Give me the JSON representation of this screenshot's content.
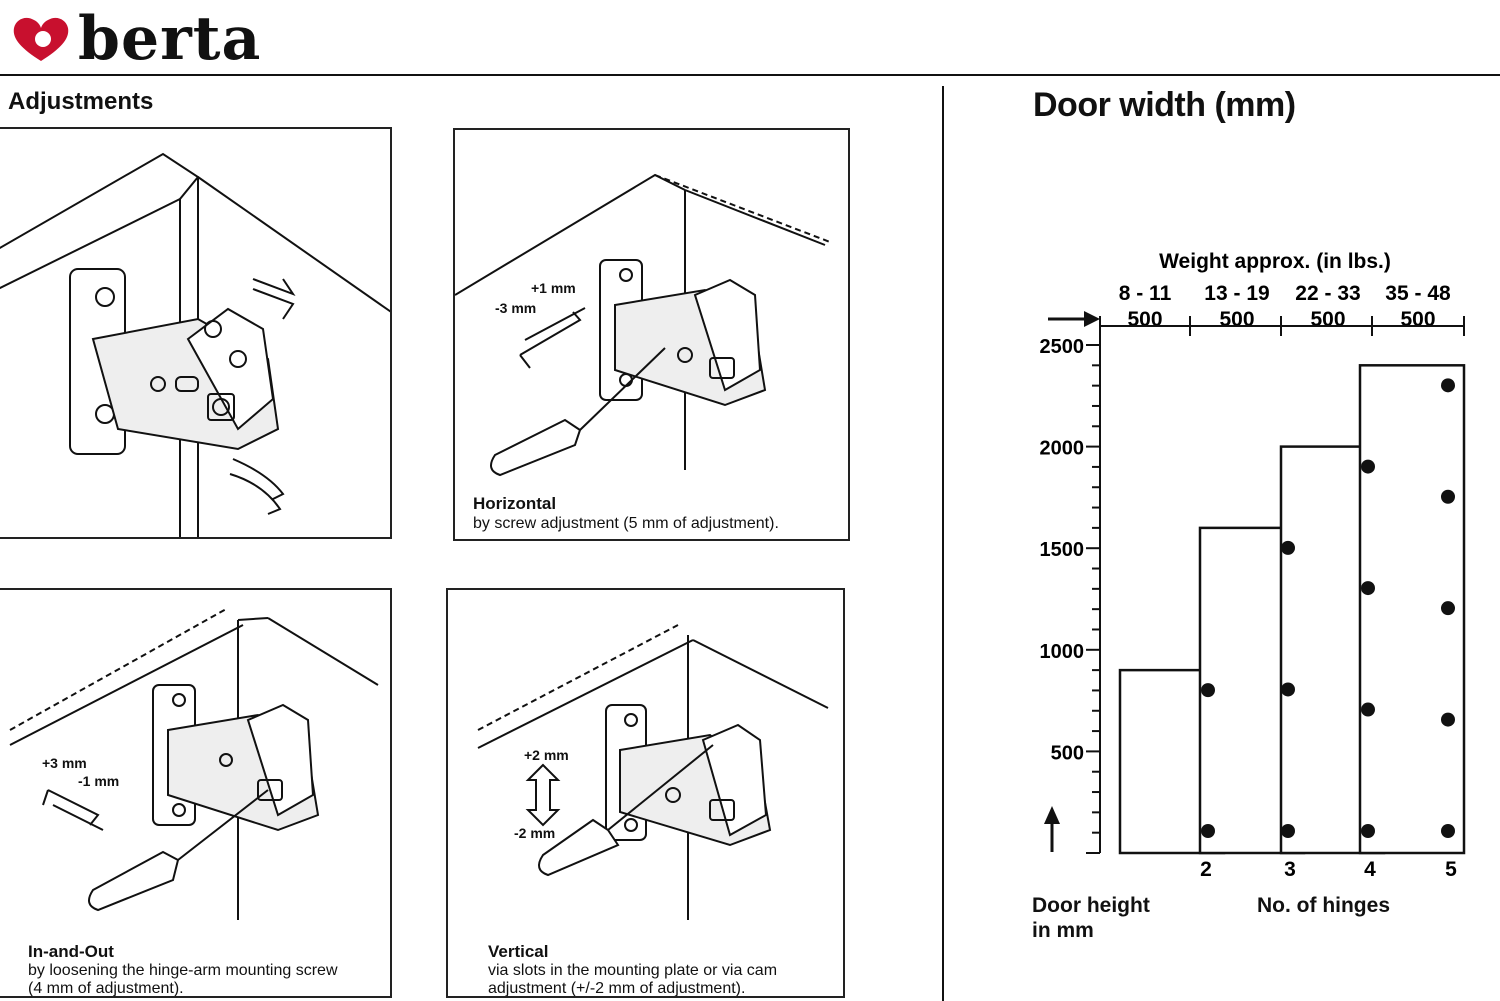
{
  "brand": {
    "name": "berta",
    "accent": "#c8102e"
  },
  "section_title": "Adjustments",
  "panels": {
    "topleft": {},
    "horizontal": {
      "title": "Horizontal",
      "text": "by screw adjustment (5 mm of adjustment).",
      "plus": "+1 mm",
      "minus": "-3 mm"
    },
    "inout": {
      "title": "In-and-Out",
      "line1": "by loosening the hinge-arm mounting screw",
      "line2": "(4 mm of adjustment).",
      "plus": "+3 mm",
      "minus": "-1 mm"
    },
    "vertical": {
      "title": "Vertical",
      "line1": "via slots in the mounting plate or via cam",
      "line2": "adjustment (+/-2 mm of adjustment).",
      "plus": "+2 mm",
      "minus": "-2 mm"
    }
  },
  "chart_title": "Door width (mm)",
  "chart_data": {
    "type": "bar",
    "weight_header": "Weight approx. (in lbs.)",
    "weight_ranges": [
      "8 - 11",
      "13 - 19",
      "22 - 33",
      "35 - 48"
    ],
    "width_labels": [
      "500",
      "500",
      "500",
      "500"
    ],
    "categories": [
      "2",
      "3",
      "4",
      "5"
    ],
    "values": [
      900,
      1600,
      2000,
      2400
    ],
    "hinge_counts": [
      2,
      3,
      4,
      5
    ],
    "y_ticks": [
      "500",
      "1000",
      "1500",
      "2000",
      "2500"
    ],
    "ylim": [
      0,
      2500
    ],
    "xlabel": "No. of hinges",
    "ylabel_line1": "Door height",
    "ylabel_line2": "in mm"
  }
}
